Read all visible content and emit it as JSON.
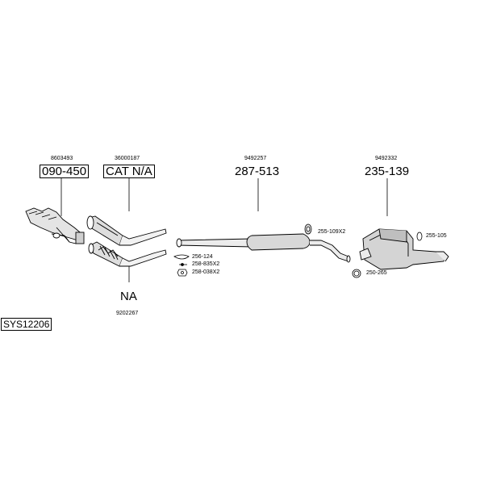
{
  "diagram": {
    "system_code": "SYS12206",
    "groups": [
      {
        "id": "manifold",
        "oem": "8603493",
        "code": "090-450",
        "boxed": true
      },
      {
        "id": "catalyst",
        "oem": "36000187",
        "code": "CAT N/A",
        "boxed": true
      },
      {
        "id": "middle",
        "oem": "9492257",
        "code": "287-513",
        "boxed": false
      },
      {
        "id": "rear",
        "oem": "9492332",
        "code": "235-139",
        "boxed": false
      },
      {
        "id": "front-pipe",
        "oem": "9202267",
        "code": "NA",
        "boxed": false
      }
    ],
    "parts": [
      "256-124",
      "258-835X2",
      "258-038X2",
      "255-109X2",
      "255-105",
      "250-265"
    ]
  }
}
